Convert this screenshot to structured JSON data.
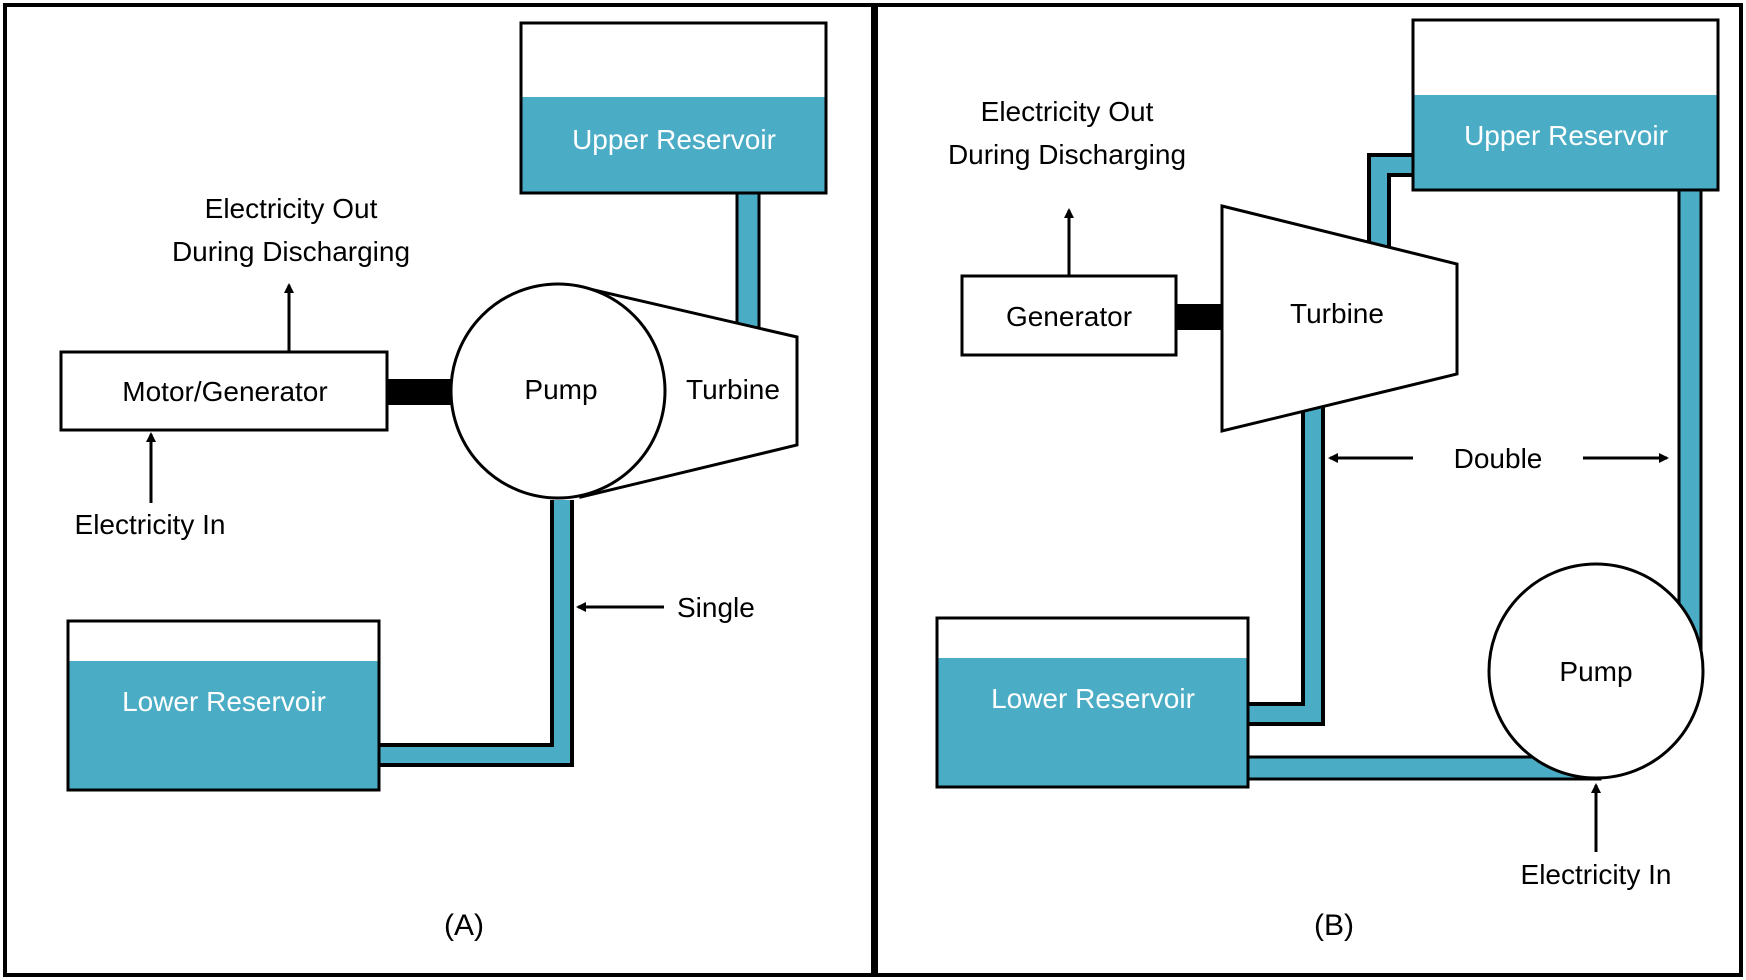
{
  "colors": {
    "water": "#4BACC6",
    "outline": "#000000",
    "background": "#ffffff"
  },
  "panel_a": {
    "caption": "(A)",
    "upper_reservoir": "Upper Reservoir",
    "lower_reservoir": "Lower Reservoir",
    "motor_generator": "Motor/Generator",
    "pump": "Pump",
    "turbine": "Turbine",
    "electricity_out_line1": "Electricity Out",
    "electricity_out_line2": "During Discharging",
    "electricity_in": "Electricity In",
    "penstock_label": "Single"
  },
  "panel_b": {
    "caption": "(B)",
    "upper_reservoir": "Upper Reservoir",
    "lower_reservoir": "Lower Reservoir",
    "generator": "Generator",
    "turbine": "Turbine",
    "pump": "Pump",
    "electricity_out_line1": "Electricity Out",
    "electricity_out_line2": "During Discharging",
    "electricity_in": "Electricity In",
    "penstock_label": "Double"
  }
}
